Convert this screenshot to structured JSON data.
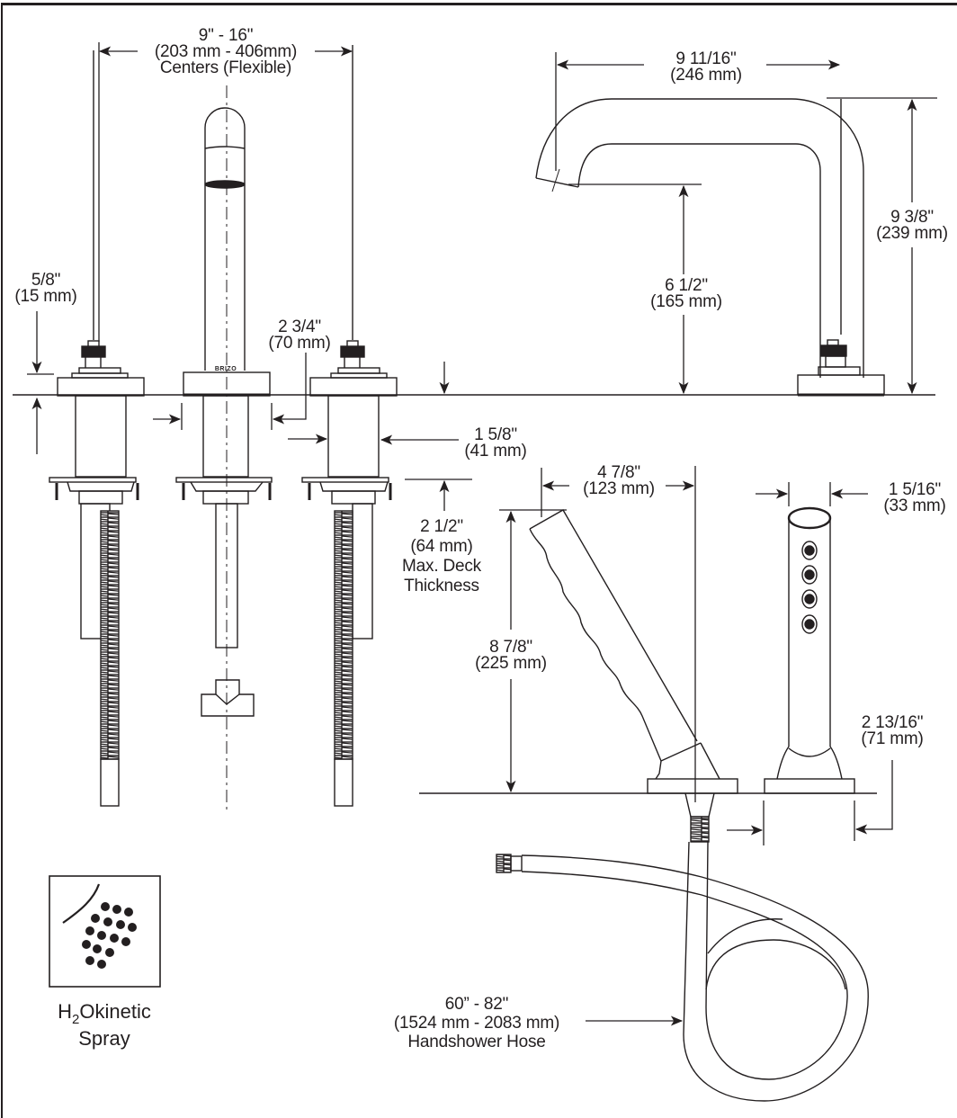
{
  "title": "Roman Tub Faucet with Handshower — Specification Drawing",
  "brand_mark": "BRIZO",
  "colors": {
    "line": "#231f20",
    "background": "#ffffff"
  },
  "dimensions": {
    "centers": {
      "imperial": "9\" - 16\"",
      "metric": "(203 mm - 406mm)",
      "note": "Centers (Flexible)"
    },
    "handle_height": {
      "imperial": "5/8\"",
      "metric": "(15 mm)"
    },
    "spout_base": {
      "imperial": "2 3/4\"",
      "metric": "(70 mm)"
    },
    "shank": {
      "imperial": "1 5/8\"",
      "metric": "(41 mm)"
    },
    "deck_thickness": {
      "imperial": "2 1/2\"",
      "metric": "(64 mm)",
      "note_line1": "Max. Deck",
      "note_line2": "Thickness"
    },
    "spout_reach": {
      "imperial": "9 11/16\"",
      "metric": "(246 mm)"
    },
    "spout_height": {
      "imperial": "9 3/8\"",
      "metric": "(239 mm)"
    },
    "spout_outlet": {
      "imperial": "6 1/2\"",
      "metric": "(165 mm)"
    },
    "handshower_reach": {
      "imperial": "4 7/8\"",
      "metric": "(123 mm)"
    },
    "handshower_height": {
      "imperial": "8 7/8\"",
      "metric": "(225 mm)"
    },
    "handshower_diameter": {
      "imperial": "1 5/16\"",
      "metric": "(33 mm)"
    },
    "handshower_base": {
      "imperial": "2 13/16\"",
      "metric": "(71 mm)"
    },
    "hose": {
      "imperial": "60” - 82\"",
      "metric": "(1524 mm - 2083 mm)",
      "note": "Handshower Hose"
    }
  },
  "feature": {
    "icon": "h2okinetic-spray-icon",
    "label_prefix": "H",
    "label_sub": "2",
    "label_suffix": "Okinetic",
    "label_line2": "Spray"
  }
}
